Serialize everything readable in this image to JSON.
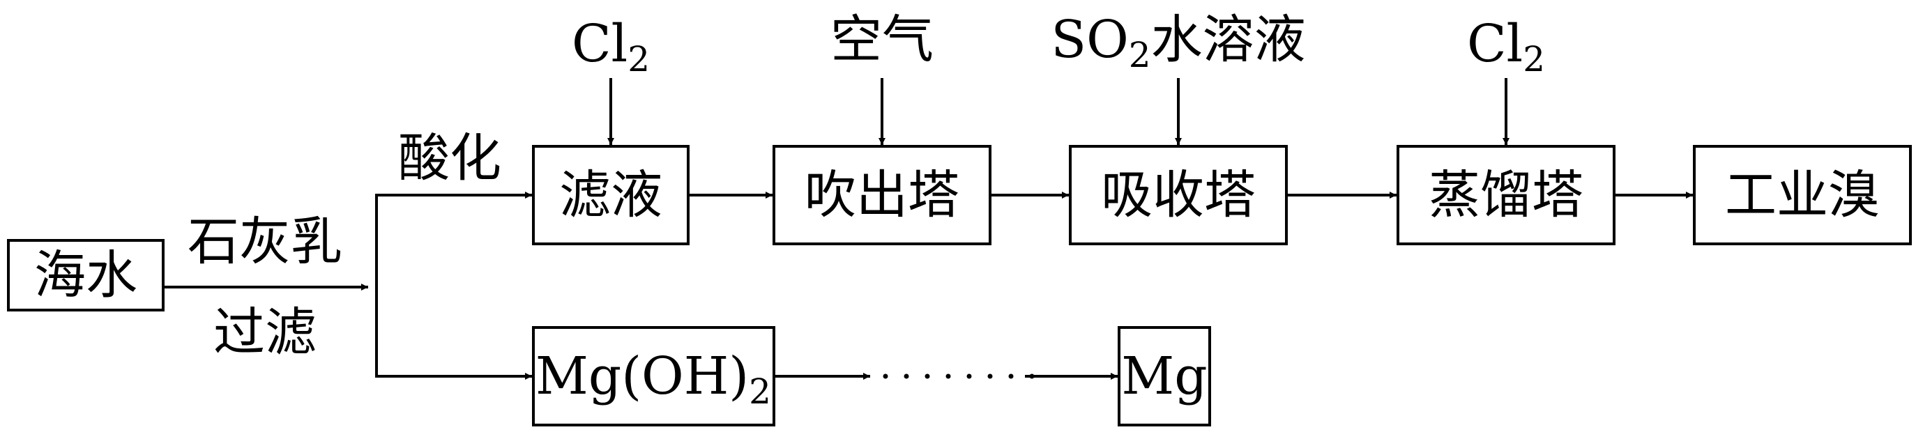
{
  "nodes": {
    "seawater": "海水",
    "filtrate": "滤液",
    "blowout_tower": "吹出塔",
    "absorption_tower": "吸收塔",
    "distillation_tower": "蒸馏塔",
    "industrial_bromine": "工业溴",
    "mg_hydroxide": {
      "main": "Mg(OH)",
      "sub": "2"
    },
    "magnesium": "Mg"
  },
  "edge_labels": {
    "lime_milk": "石灰乳",
    "filtration": "过滤",
    "acidify": "酸化",
    "cl2_first": {
      "main": "Cl",
      "sub": "2"
    },
    "air": "空气",
    "so2_solution": {
      "pre": "SO",
      "sub": "2",
      "post": "水溶液"
    },
    "cl2_second": {
      "main": "Cl",
      "sub": "2"
    }
  }
}
